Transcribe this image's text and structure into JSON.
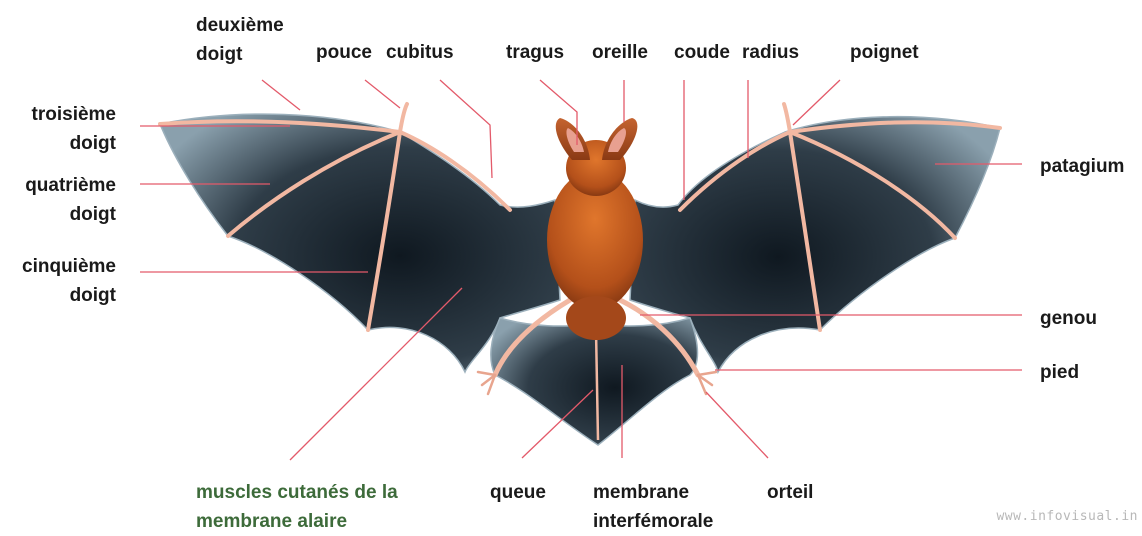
{
  "labels": {
    "deuxieme_doigt": "deuxième\ndoigt",
    "pouce": "pouce",
    "cubitus": "cubitus",
    "tragus": "tragus",
    "oreille": "oreille",
    "coude": "coude",
    "radius": "radius",
    "poignet": "poignet",
    "troisieme_doigt": "troisième\ndoigt",
    "quatrieme_doigt": "quatrième\ndoigt",
    "cinquieme_doigt": "cinquième\ndoigt",
    "patagium": "patagium",
    "genou": "genou",
    "pied": "pied",
    "muscles": "muscles cutanés de la\nmembrane alaire",
    "queue": "queue",
    "membrane_interfemorale": "membrane\ninterfémorale",
    "orteil": "orteil"
  },
  "watermark": "www.infovisual.in",
  "colors": {
    "leader_line": "#e35a6a",
    "membrane": "#2f3b45",
    "body": "#b4501a",
    "bone": "#f2b8a2",
    "green_text": "#3d6b3a",
    "watermark": "#b8b8b8"
  }
}
